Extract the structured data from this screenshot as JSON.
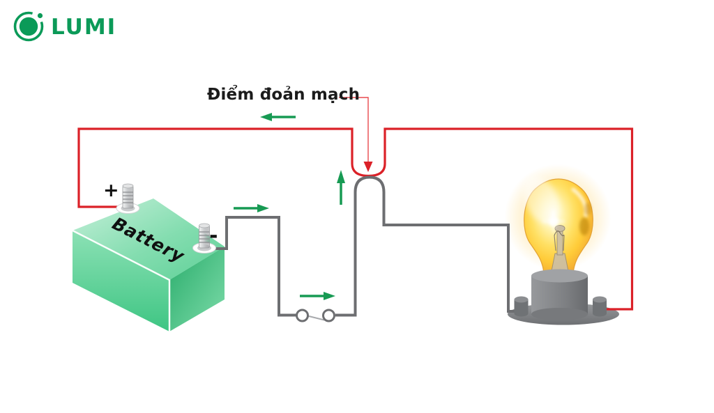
{
  "logo": {
    "brand": "LUMI",
    "color": "#0B9A58"
  },
  "annotation": {
    "label": "Điểm đoản mạch"
  },
  "battery": {
    "label": "Battery",
    "positive_label": "+",
    "negative_label": "-"
  },
  "current_arrows": {
    "color": "#179A53",
    "directions": [
      "left",
      "right",
      "right",
      "up"
    ]
  },
  "colors": {
    "short_circuit_wire_red": "#DB2128",
    "circuit_wire_gray": "#6D6E71",
    "accent_green": "#0B9A58",
    "battery_green": "#4FCB8F",
    "bulb_yellow": "#FFD44A"
  }
}
